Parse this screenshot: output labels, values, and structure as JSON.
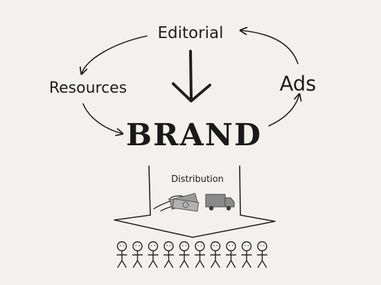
{
  "labels": {
    "editorial": "Editorial",
    "resources": "Resources",
    "ads": "Ads",
    "brand": "BRAND",
    "distribution": "Distribution"
  },
  "colors": {
    "background": "#f2f1ee",
    "ink": "#1e1e1e",
    "truck": "#8a8a8a",
    "money": "#9a9a9a"
  },
  "icons": [
    "down-arrow-icon",
    "money-hand-icon",
    "truck-icon",
    "stick-figure-icon"
  ],
  "audience_count": 10
}
